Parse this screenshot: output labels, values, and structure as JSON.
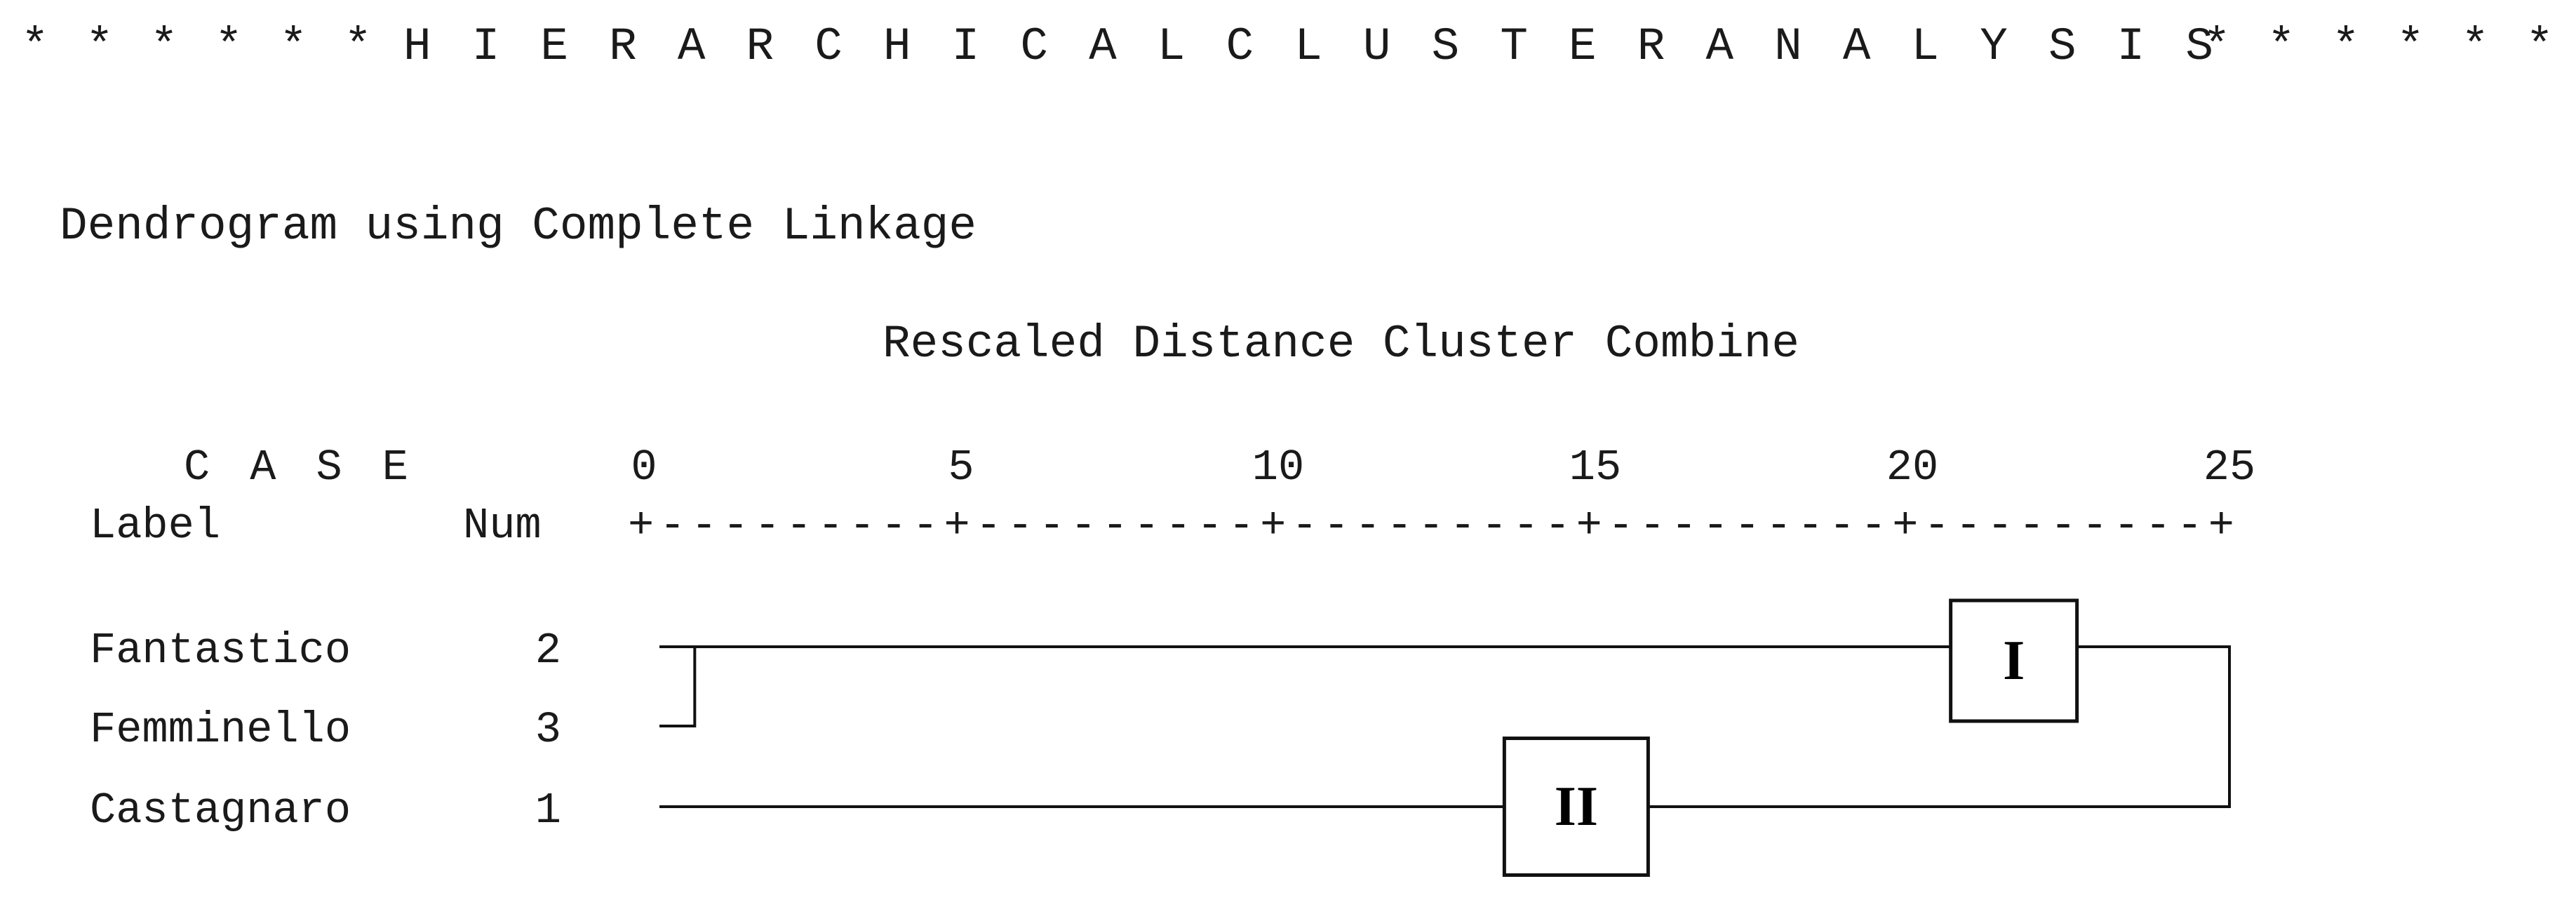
{
  "header": {
    "stars": "* * * * * *",
    "title": "H I E R A R C H I C A L   C L U S T E R   A N A L Y S I S"
  },
  "chart_data": {
    "type": "dendrogram",
    "title": "Dendrogram using Complete Linkage",
    "xlabel": "Rescaled Distance Cluster Combine",
    "xlim": [
      0,
      25
    ],
    "ticks": [
      0,
      5,
      10,
      15,
      20,
      25
    ],
    "axis_ruler": "+---------+---------+---------+---------+---------+",
    "columns": {
      "case": "C A S E",
      "label": "Label",
      "num": "Num"
    },
    "cases": [
      {
        "label": "Fantastico",
        "num": "2"
      },
      {
        "label": "Femminello",
        "num": "3"
      },
      {
        "label": "Castagnaro",
        "num": "1"
      }
    ],
    "merges": [
      {
        "rows": [
          0,
          1
        ],
        "distance": 0.8
      },
      {
        "rows": [
          "m0",
          2
        ],
        "distance": 25
      }
    ],
    "annotations": [
      {
        "text": "I",
        "row": 0,
        "distance": 21.6
      },
      {
        "text": "II",
        "row": 2,
        "distance": 14.7
      }
    ]
  }
}
